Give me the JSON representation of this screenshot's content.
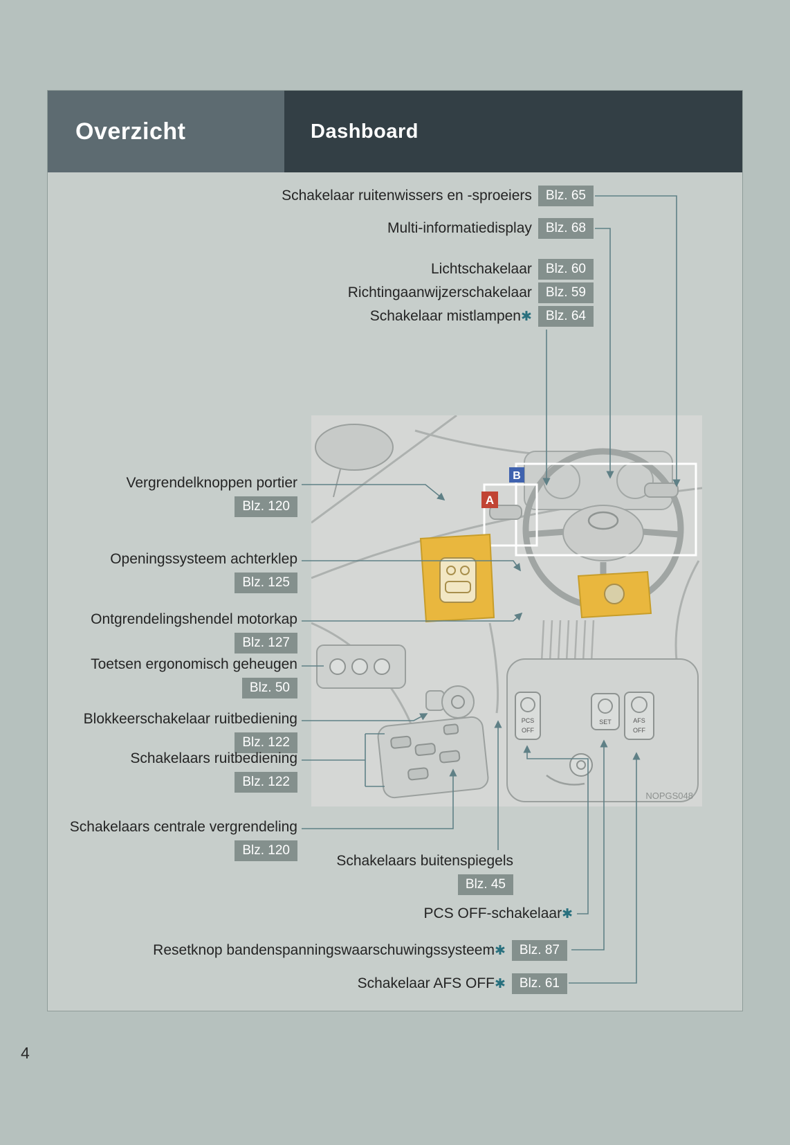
{
  "page": {
    "number": "4"
  },
  "header": {
    "section": "Overzicht",
    "title": "Dashboard"
  },
  "symbols": {
    "asterisk": "✱"
  },
  "colors": {
    "page_background": "#b6c1be",
    "panel_background": "#c7cecb",
    "header_left": "#5d6b71",
    "header_right": "#333f45",
    "badge_background": "#84908d",
    "accent_asterisk": "#28707e",
    "highlight_yellow": "#e9b73e",
    "marker_red": "#c14434",
    "marker_blue": "#3f62ae"
  },
  "labels": {
    "top_right": [
      {
        "text": "Schakelaar ruitenwissers en -sproeiers",
        "page_ref": "Blz. 65"
      },
      {
        "text": "Multi-informatiedisplay",
        "page_ref": "Blz. 68"
      },
      {
        "text": "Lichtschakelaar",
        "page_ref": "Blz. 60"
      },
      {
        "text": "Richtingaanwijzerschakelaar",
        "page_ref": "Blz. 59"
      },
      {
        "text": "Schakelaar mistlampen",
        "page_ref": "Blz. 64"
      }
    ],
    "left": [
      {
        "text": "Vergrendelknoppen portier",
        "page_ref": "Blz. 120"
      },
      {
        "text": "Openingssysteem achterklep",
        "page_ref": "Blz. 125"
      },
      {
        "text": "Ontgrendelingshendel motorkap",
        "page_ref": "Blz. 127"
      },
      {
        "text": "Toetsen ergonomisch geheugen",
        "page_ref": "Blz. 50"
      },
      {
        "text": "Blokkeerschakelaar ruitbediening",
        "page_ref": "Blz. 122"
      },
      {
        "text": "Schakelaars ruitbediening",
        "page_ref": "Blz. 122"
      },
      {
        "text": "Schakelaars centrale vergrendeling",
        "page_ref": "Blz. 120"
      }
    ],
    "bottom": [
      {
        "text": "Schakelaars buitenspiegels",
        "page_ref": "Blz. 45"
      },
      {
        "text": "PCS OFF-schakelaar"
      },
      {
        "text": "Resetknop bandenspanningswaarschuwingssysteem",
        "page_ref": "Blz. 87"
      },
      {
        "text": "Schakelaar AFS OFF",
        "page_ref": "Blz. 61"
      }
    ]
  },
  "illustration": {
    "marker_a": "A",
    "marker_b": "B",
    "code": "NOPGS048",
    "buttons": {
      "pcs": "PCS",
      "pcs_off": "OFF",
      "set": "SET",
      "afs": "AFS",
      "afs_off": "OFF"
    }
  }
}
